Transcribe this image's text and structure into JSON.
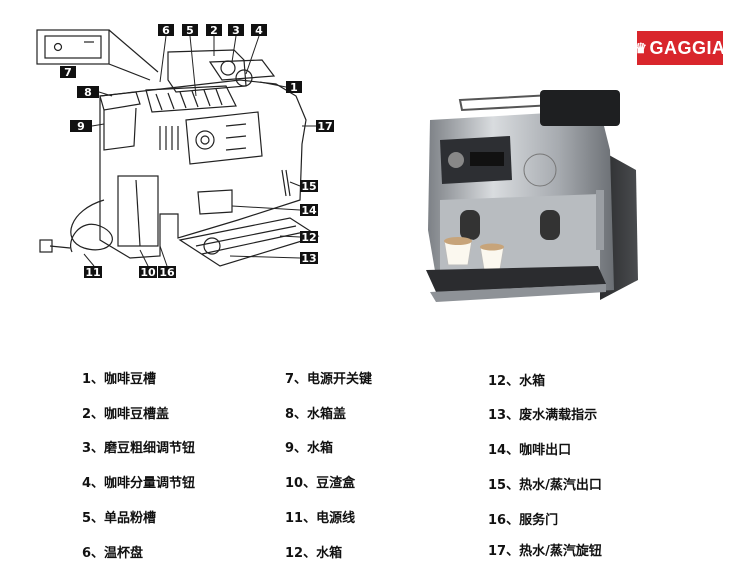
{
  "brand": {
    "logo_text": "GAGGIA"
  },
  "callouts": [
    "1",
    "2",
    "3",
    "4",
    "5",
    "6",
    "7",
    "8",
    "9",
    "10",
    "11",
    "12",
    "13",
    "14",
    "15",
    "16",
    "17"
  ],
  "legend": {
    "col1": [
      "1、咖啡豆槽",
      "2、咖啡豆槽盖",
      "3、磨豆粗细调节钮",
      "4、咖啡分量调节钮",
      "5、单品粉槽",
      "6、温杯盘"
    ],
    "col2": [
      "7、电源开关键",
      "8、水箱盖",
      "9、水箱",
      "10、豆渣盒",
      "11、电源线",
      "12、水箱"
    ],
    "col3": [
      "12、水箱",
      "13、废水满载指示",
      "14、咖啡出口",
      "15、热水/蒸汽出口",
      "16、服务门",
      "17、热水/蒸汽旋钮"
    ]
  }
}
